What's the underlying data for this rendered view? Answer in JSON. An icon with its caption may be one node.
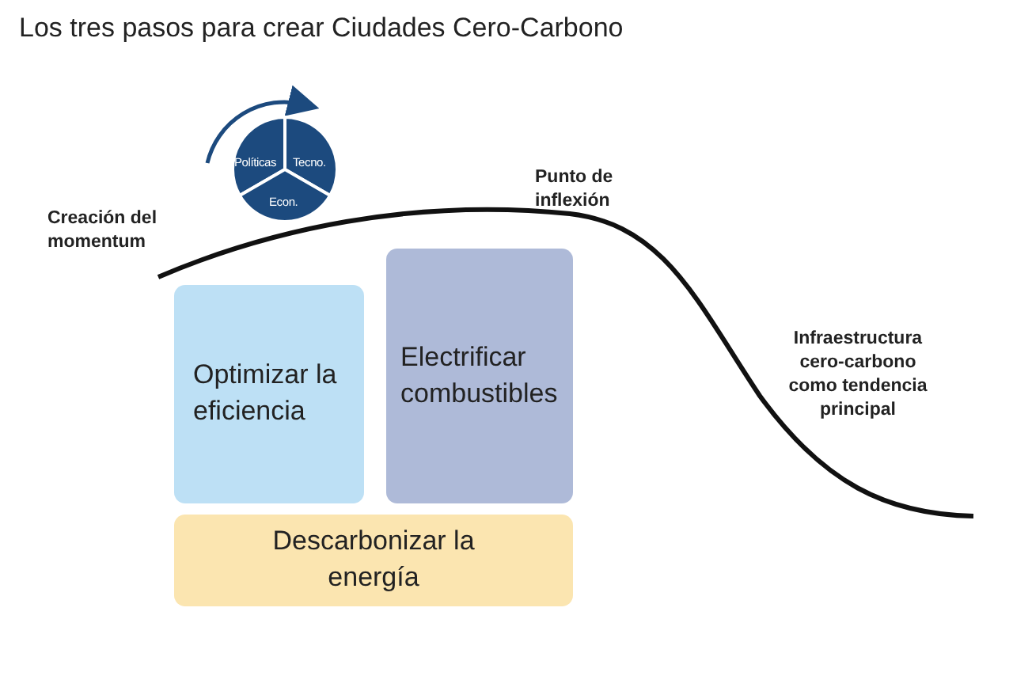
{
  "diagram": {
    "title": "Los tres pasos para crear Ciudades Cero-Carbono",
    "nodes": [
      {
        "text": [
          "Políticas"
        ]
      },
      {
        "text": [
          "Tecno."
        ]
      },
      {
        "text": [
          "Econ."
        ]
      },
      {
        "text": [
          "Optimizar la eficiencia"
        ]
      },
      {
        "text": [
          "Electrificar combustibles"
        ]
      },
      {
        "text": [
          "Descarbonizar la energía"
        ]
      }
    ],
    "labels": [
      "Creación del momentum",
      "Punto de inflexión",
      "Infraestructura cero-carbono como tendencia principal"
    ]
  }
}
